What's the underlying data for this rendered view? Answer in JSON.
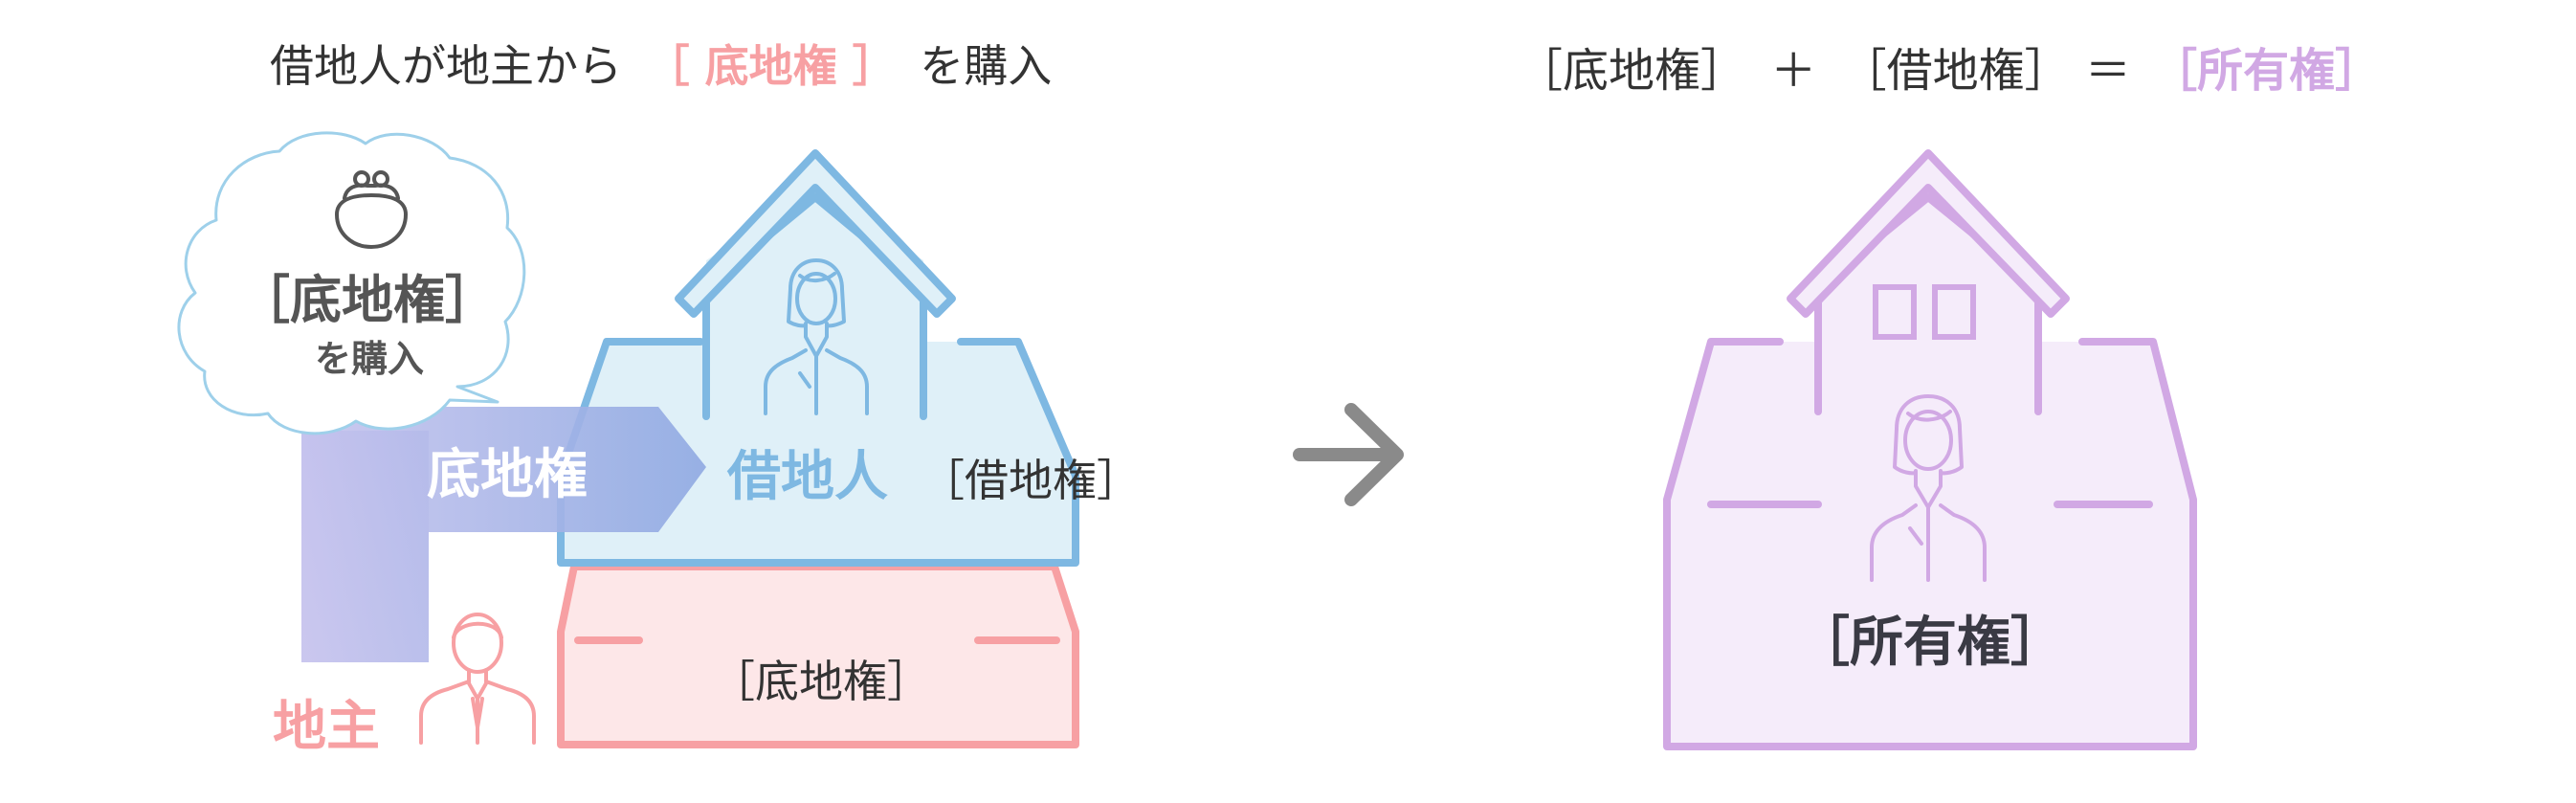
{
  "left": {
    "heading_main": "借地人が地主から",
    "heading_accent": "［ 底地権 ］",
    "heading_tail": "を購入",
    "bubble_line1": "［底地権］",
    "bubble_line2": "を購入",
    "arrow_label": "底地権",
    "tenant_label": "借地人",
    "leasehold_label": "［借地権］",
    "land_label": "［底地権］",
    "landlord_label": "地主"
  },
  "right": {
    "eq_part1": "［底地権］",
    "eq_plus": "＋",
    "eq_part2": "［借地権］",
    "eq_equals": "＝",
    "eq_result": "［所有権］",
    "house_label": "［所有権］"
  },
  "colors": {
    "blue": "#7eb8e2",
    "blue_fill": "#dff0f8",
    "pink": "#f7a0a3",
    "pink_fill": "#fde7e8",
    "purple": "#d1a8e4",
    "purple_fill": "#f5ecfa",
    "arrow_gray": "#8a8a8a",
    "text_dark": "#333333"
  }
}
